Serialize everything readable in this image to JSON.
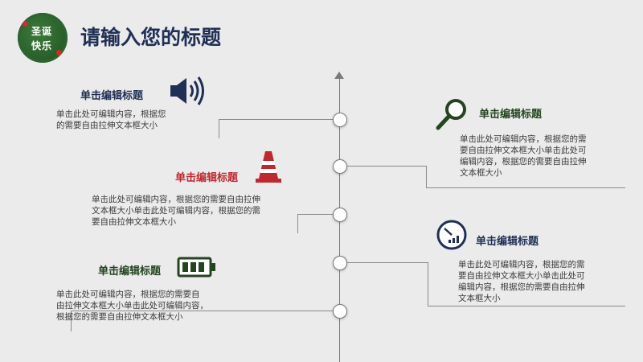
{
  "header": {
    "logo_text_line1": "圣诞",
    "logo_text_line2": "快乐",
    "title": "请输入您的标题"
  },
  "colors": {
    "navy": "#1f2f55",
    "green": "#23451f",
    "red": "#c0282f",
    "teal": "#2f5a50"
  },
  "items": [
    {
      "title": "单击编辑标题",
      "icon": "speaker-icon",
      "body_lines": [
        "单击此处可编辑内容，根据您",
        "的需要自由拉伸文本框大小"
      ]
    },
    {
      "title": "单击编辑标题",
      "icon": "magnifier-icon",
      "body_lines": [
        "单击此处可编辑内容，根据您的需",
        "要自由拉伸文本框大小单击此处可",
        "编辑内容，根据您的需要自由拉伸",
        "文本框大小"
      ]
    },
    {
      "title": "单击编辑标题",
      "icon": "traffic-cone-icon",
      "body_lines": [
        "单击此处可编辑内容，根据您的需要自由拉伸",
        "文本框大小单击此处可编辑内容，根据您的需",
        "要自由拉伸文本框大小"
      ]
    },
    {
      "title": "单击编辑标题",
      "icon": "gauge-icon",
      "body_lines": [
        "单击此处可编辑内容，根据您的需",
        "要自由拉伸文本框大小单击此处可",
        "编辑内容，根据您的需要自由拉伸",
        "文本框大小"
      ]
    },
    {
      "title": "单击编辑标题",
      "icon": "battery-icon",
      "body_lines": [
        "单击此处可编辑内容，根据您的需要自",
        "由拉伸文本框大小单击此处可编辑内容，",
        "根据您的需要自由拉伸文本框大小"
      ]
    }
  ]
}
